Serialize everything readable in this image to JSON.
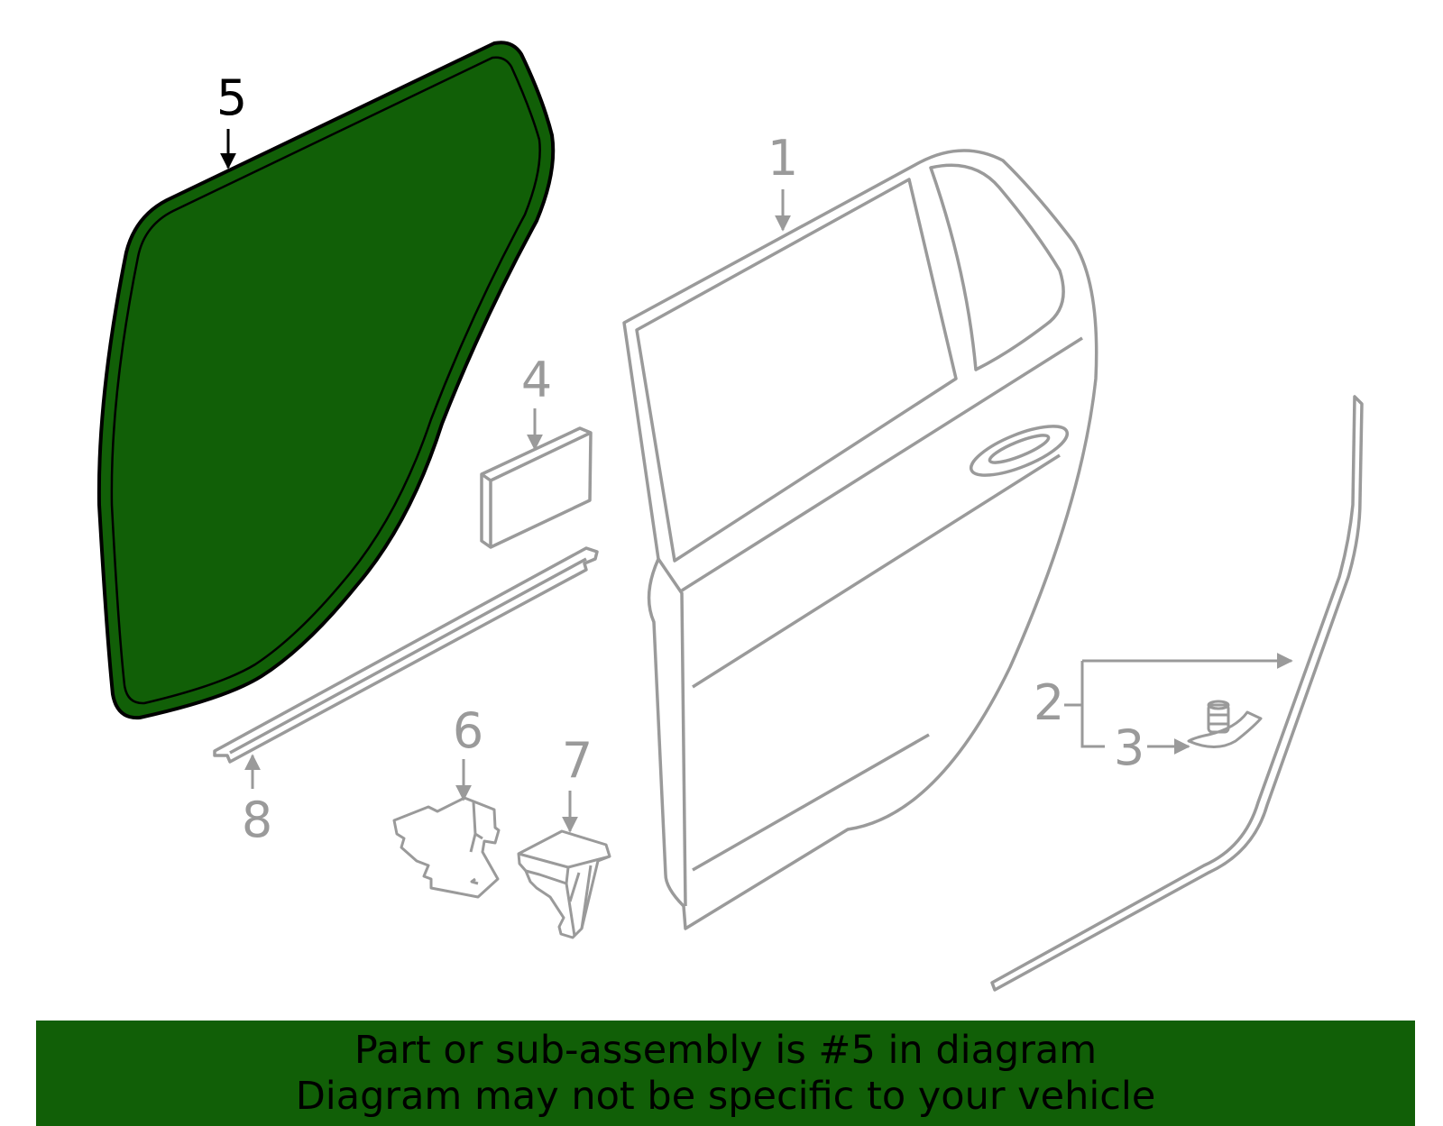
{
  "colors": {
    "highlight_fill": "#115f07",
    "outline_gray": "#9a9a9a",
    "highlight_stroke": "#000000",
    "banner_bg": "#115f07",
    "banner_text": "#000000"
  },
  "callouts": [
    {
      "id": "1",
      "label": "1",
      "highlighted": false
    },
    {
      "id": "2",
      "label": "2",
      "highlighted": false
    },
    {
      "id": "3",
      "label": "3",
      "highlighted": false
    },
    {
      "id": "4",
      "label": "4",
      "highlighted": false
    },
    {
      "id": "5",
      "label": "5",
      "highlighted": true
    },
    {
      "id": "6",
      "label": "6",
      "highlighted": false
    },
    {
      "id": "7",
      "label": "7",
      "highlighted": false
    },
    {
      "id": "8",
      "label": "8",
      "highlighted": false
    }
  ],
  "banner": {
    "line1": "Part or sub-assembly is #5 in diagram",
    "line2": "Diagram may not be specific to your vehicle"
  }
}
